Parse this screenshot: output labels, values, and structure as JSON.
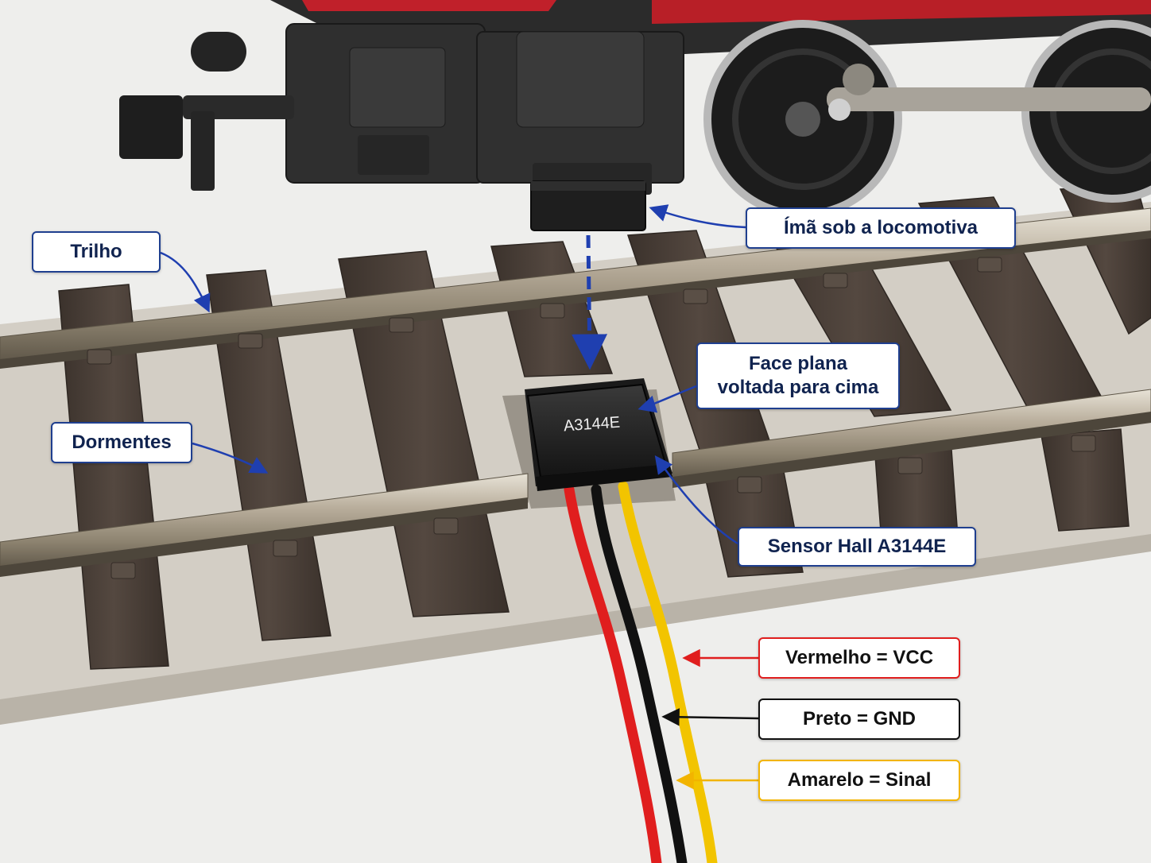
{
  "labels": {
    "trilho": "Trilho",
    "dormentes": "Dormentes",
    "ima": "Ímã sob a locomotiva",
    "face_line1": "Face plana",
    "face_line2": "voltada para cima",
    "sensor": "Sensor Hall A3144E",
    "vermelho": "Vermelho = VCC",
    "preto": "Preto = GND",
    "amarelo": "Amarelo = Sinal"
  },
  "sensor_marking": "A3144E",
  "colors": {
    "callout_border": "#1f3f8f",
    "callout_text": "#10234f",
    "wire_red": "#e01e1e",
    "wire_black": "#111111",
    "wire_yellow": "#f2c400",
    "rail": "#b5ab9a",
    "sleeper": "#4a3f37",
    "base": "#cfcac0",
    "locomotive": "#2a2a2a",
    "loco_stripe": "#c0202a"
  }
}
